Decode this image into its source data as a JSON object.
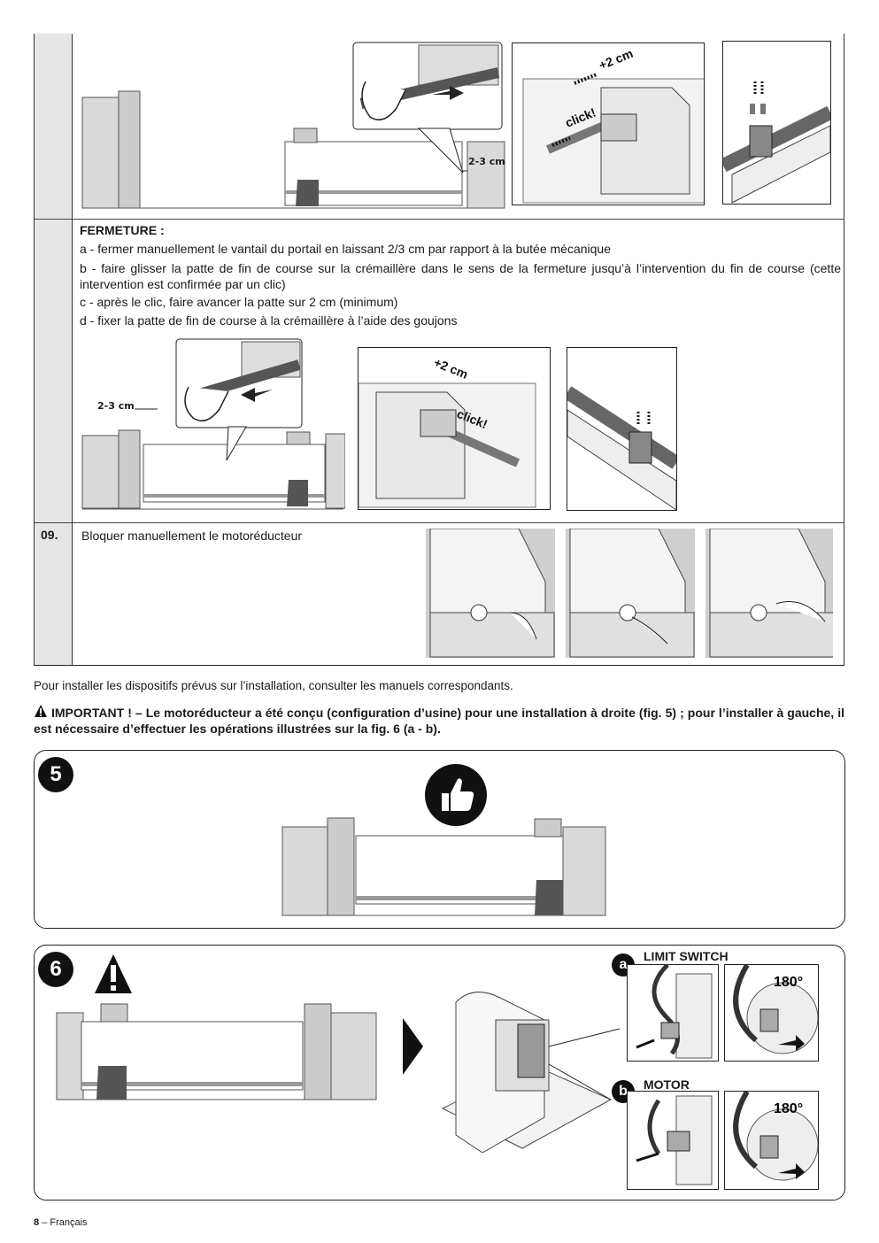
{
  "table": {
    "row_closing": {
      "heading": "FERMETURE :",
      "items": [
        "a - fermer manuellement le vantail du portail en laissant 2/3 cm par rapport à la butée mécanique",
        "b - faire glisser la patte de fin de course sur la crémaillère dans le sens de la fermeture jusqu’à l’intervention du fin de course (cette intervention est confirmée par un clic)",
        "c - après le clic, faire avancer la patte sur 2 cm (minimum)",
        "d - fixer la patte de fin de course à la crémaillère à l’aide des goujons"
      ]
    },
    "row_09": {
      "number": "09.",
      "text": "Bloquer manuellement le motoréducteur"
    }
  },
  "figure_labels": {
    "gap_top": "2-3 cm",
    "gap_bottom": "2-3 cm",
    "plus2_top": "+2 cm",
    "click_top": "click!",
    "plus2_bottom": "+2 cm",
    "click_bottom": "click!"
  },
  "note": "Pour installer les dispositifs prévus sur l’installation, consulter les manuels correspondants.",
  "important": "IMPORTANT ! – Le motoréducteur a été conçu (configuration d’usine) pour une installation à droite (fig. 5) ; pour l’installer à gauche, il est nécessaire d’effectuer les opérations illustrées sur la fig. 6 (a - b).",
  "fig5": {
    "number": "5"
  },
  "fig6": {
    "number": "6",
    "a_letter": "a",
    "a_label": "LIMIT SWITCH",
    "a_angle": "180°",
    "b_letter": "b",
    "b_label": "MOTOR",
    "b_angle": "180°"
  },
  "footer": {
    "page": "8",
    "language": "– Français"
  }
}
